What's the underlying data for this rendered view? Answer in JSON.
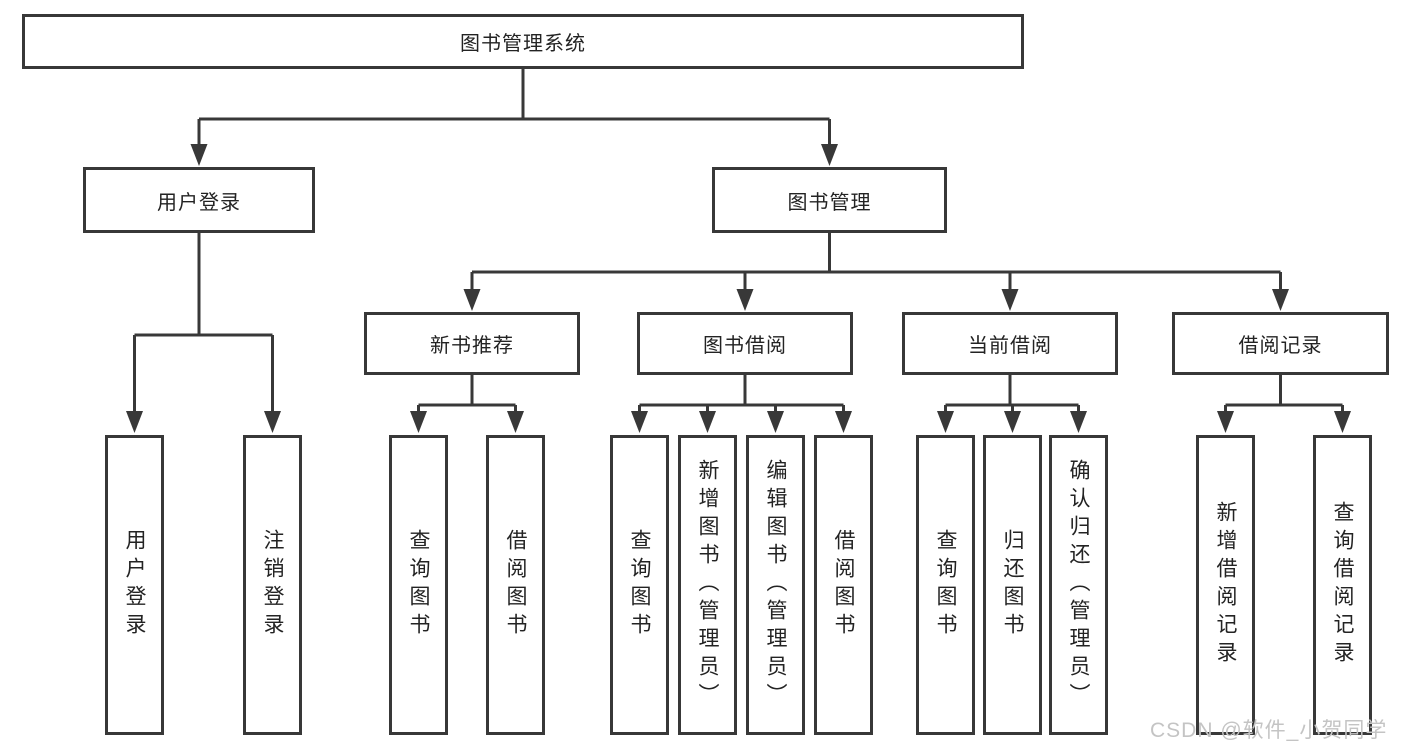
{
  "diagram": {
    "root": {
      "label": "图书管理系统"
    },
    "level2": [
      {
        "label": "用户登录",
        "leaves": [
          "用户登录",
          "注销登录"
        ]
      },
      {
        "label": "图书管理"
      }
    ],
    "level3": [
      {
        "label": "新书推荐",
        "leaves": [
          "查询图书",
          "借阅图书"
        ]
      },
      {
        "label": "图书借阅",
        "leaves": [
          "查询图书",
          "新增图书（管理员）",
          "编辑图书（管理员）",
          "借阅图书"
        ]
      },
      {
        "label": "当前借阅",
        "leaves": [
          "查询图书",
          "归还图书",
          "确认归还（管理员）"
        ]
      },
      {
        "label": "借阅记录",
        "leaves": [
          "新增借阅记录",
          "查询借阅记录"
        ]
      }
    ]
  },
  "watermark": {
    "text": "CSDN @软件_小贺同学",
    "color": "#c4c4c4"
  },
  "colors": {
    "background": "#ffffff",
    "line": "#383838",
    "box_border": "#383838",
    "text": "#232323"
  }
}
